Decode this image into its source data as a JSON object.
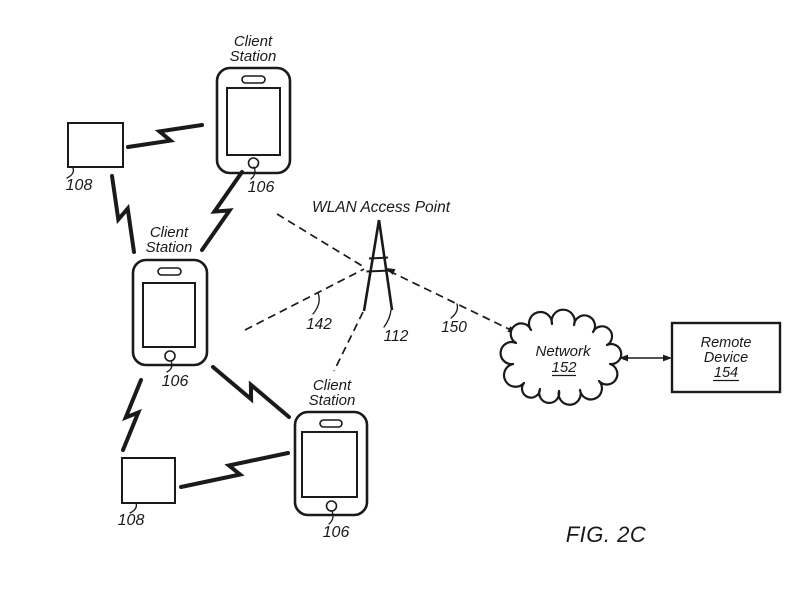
{
  "figure_caption": "FIG. 2C",
  "colors": {
    "ink": "#1a1a1a",
    "background": "#ffffff"
  },
  "client_stations": [
    {
      "position": "top",
      "label_line1": "Client",
      "label_line2": "Station",
      "ref": "106"
    },
    {
      "position": "middle",
      "label_line1": "Client",
      "label_line2": "Station",
      "ref": "106"
    },
    {
      "position": "bottom",
      "label_line1": "Client",
      "label_line2": "Station",
      "ref": "106"
    }
  ],
  "peripheral_devices": [
    {
      "position": "top-left",
      "ref": "108"
    },
    {
      "position": "bottom-left",
      "ref": "108"
    }
  ],
  "access_point": {
    "label": "WLAN Access Point",
    "ref": "112"
  },
  "links": {
    "client_to_ap_ref": "142",
    "ap_to_network_ref": "150"
  },
  "network_cloud": {
    "label": "Network",
    "ref": "152"
  },
  "remote_device": {
    "label_line1": "Remote",
    "label_line2": "Device",
    "ref": "154"
  }
}
